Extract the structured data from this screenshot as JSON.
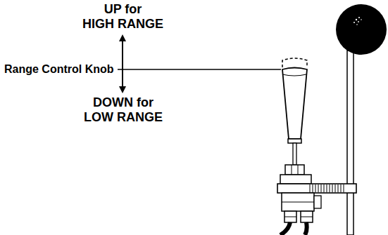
{
  "diagram": {
    "labels": [
      "UP for HIGH RANGE",
      "Range Control Knob",
      "DOWN for LOW RANGE"
    ]
  }
}
